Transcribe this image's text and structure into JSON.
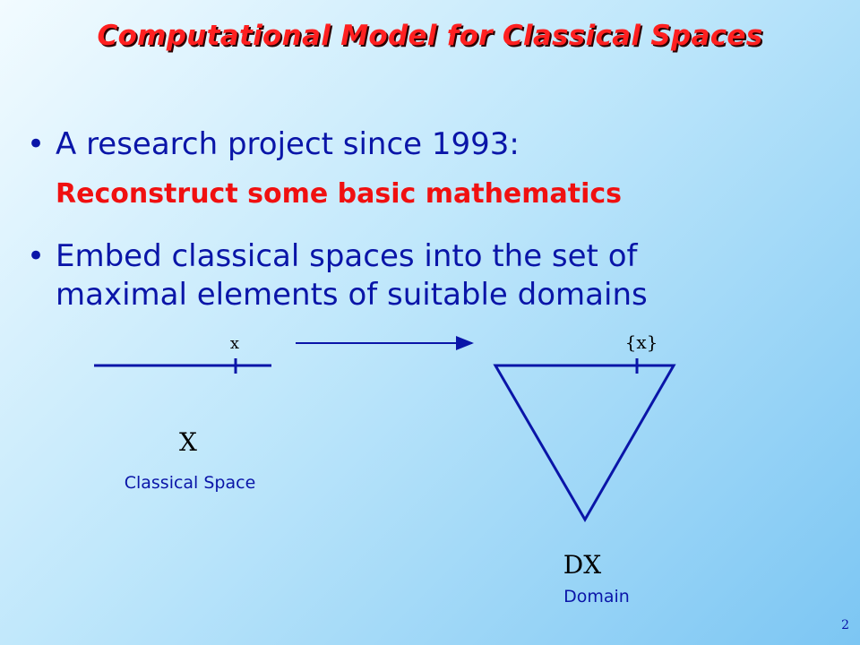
{
  "title": "Computational Model for Classical Spaces",
  "bullets": [
    {
      "text": "A research project since 1993:",
      "subline": "Reconstruct some basic mathematics"
    },
    {
      "line1": "Embed classical spaces into the set of",
      "line2": "maximal elements of suitable domains"
    }
  ],
  "diagram": {
    "point_label": "x",
    "singleton_label": "{x}",
    "space_label": "X",
    "space_caption": "Classical Space",
    "domain_label": "DX",
    "domain_caption": "Domain"
  },
  "bullet_char": "•",
  "page_number": "2",
  "colors": {
    "title": "#ff2020",
    "body": "#0a15a8",
    "highlight": "#f01010"
  }
}
